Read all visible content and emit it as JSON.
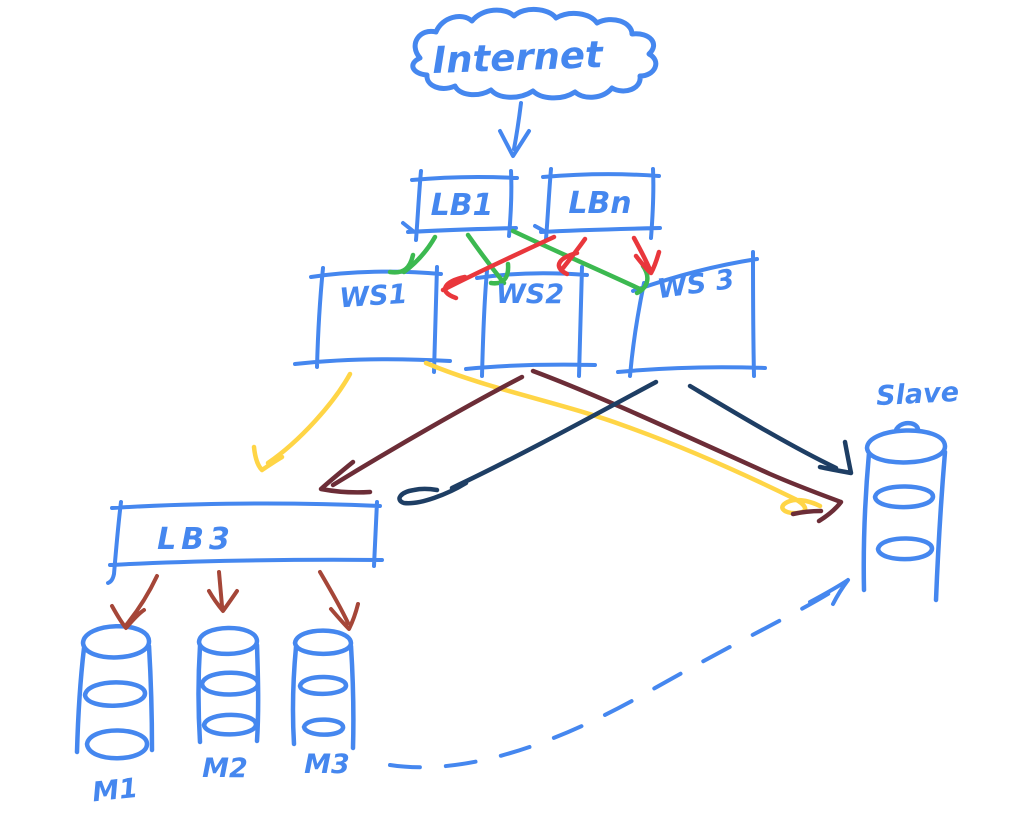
{
  "nodes": {
    "internet": {
      "label": "Internet",
      "type": "cloud"
    },
    "lb1": {
      "label": "LB1",
      "type": "box"
    },
    "lbn": {
      "label": "LBn",
      "type": "box"
    },
    "ws1": {
      "label": "WS1",
      "type": "box"
    },
    "ws2": {
      "label": "WS2",
      "type": "box"
    },
    "ws3": {
      "label": "WS 3",
      "type": "box"
    },
    "lb3": {
      "label": "LB3",
      "type": "box"
    },
    "m1": {
      "label": "M1",
      "type": "database-cylinder"
    },
    "m2": {
      "label": "M2",
      "type": "database-cylinder"
    },
    "m3": {
      "label": "M3",
      "type": "database-cylinder"
    },
    "slave": {
      "label": "Slave",
      "type": "database-cylinder"
    }
  },
  "colors": {
    "blue": "#4587ef",
    "green": "#3cb950",
    "red": "#e9373c",
    "yellow": "#ffd546",
    "maroon": "#6c2d37",
    "navy": "#1e3e64",
    "brick": "#a54638",
    "background": "#ffffff"
  },
  "edges": [
    {
      "from": "Internet",
      "to": "LB1",
      "color": "#4587ef",
      "style": "solid-arrow"
    },
    {
      "from": "LB1",
      "to": "WS1",
      "color": "#3cb950",
      "style": "solid-arrow"
    },
    {
      "from": "LB1",
      "to": "WS2",
      "color": "#3cb950",
      "style": "solid-arrow"
    },
    {
      "from": "LB1",
      "to": "WS 3",
      "color": "#3cb950",
      "style": "solid-arrow"
    },
    {
      "from": "LBn",
      "to": "WS1",
      "color": "#e9373c",
      "style": "solid-arrow"
    },
    {
      "from": "LBn",
      "to": "WS2",
      "color": "#e9373c",
      "style": "solid-arrow"
    },
    {
      "from": "LBn",
      "to": "WS 3",
      "color": "#e9373c",
      "style": "solid-arrow"
    },
    {
      "from": "WS1",
      "to": "LB3",
      "color": "#ffd546",
      "style": "solid-arrow"
    },
    {
      "from": "WS1",
      "to": "Slave",
      "color": "#ffd546",
      "style": "solid-arrow"
    },
    {
      "from": "WS2",
      "to": "LB3",
      "color": "#6c2d37",
      "style": "solid-arrow"
    },
    {
      "from": "WS2",
      "to": "Slave",
      "color": "#6c2d37",
      "style": "solid-arrow"
    },
    {
      "from": "WS 3",
      "to": "LB3",
      "color": "#1e3e64",
      "style": "solid-arrow"
    },
    {
      "from": "WS 3",
      "to": "Slave",
      "color": "#1e3e64",
      "style": "solid-arrow"
    },
    {
      "from": "LB3",
      "to": "M1",
      "color": "#a54638",
      "style": "solid-arrow"
    },
    {
      "from": "LB3",
      "to": "M2",
      "color": "#a54638",
      "style": "solid-arrow"
    },
    {
      "from": "LB3",
      "to": "M3",
      "color": "#a54638",
      "style": "solid-arrow"
    },
    {
      "from": "M3",
      "to": "Slave",
      "color": "#4587ef",
      "style": "dashed-arrow"
    }
  ]
}
